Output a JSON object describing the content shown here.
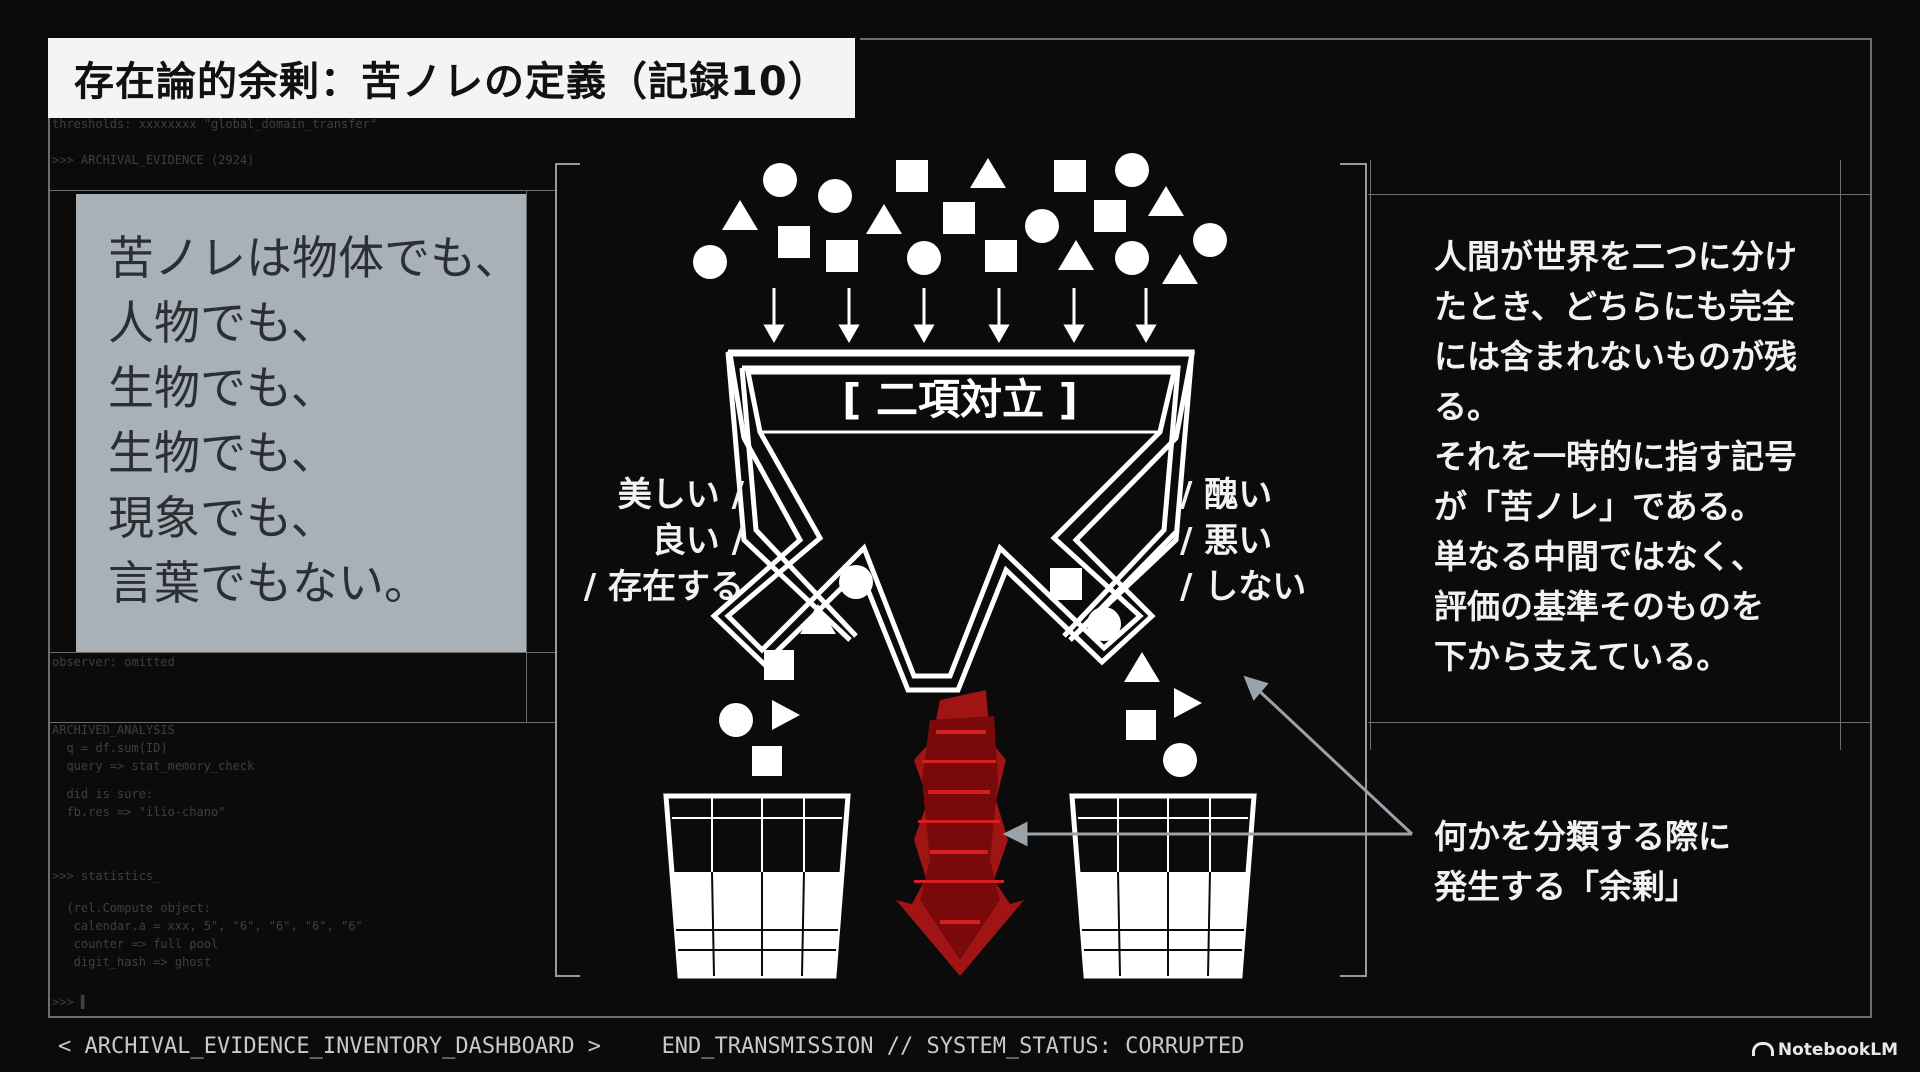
{
  "title": "存在論的余剰：苦ノレの定義（記録10）",
  "quote_lines": [
    "苦ノレは物体でも、",
    "人物でも、",
    "生物でも、",
    "生物でも、",
    "現象でも、",
    "言葉でもない。"
  ],
  "funnel": {
    "label": "[ 二項対立 ]",
    "left_labels": [
      "美しい /",
      "良い /",
      "/ 存在する"
    ],
    "right_labels": [
      "/ 醜い",
      "/ 悪い",
      "/ しない"
    ]
  },
  "right_text_lines": [
    "人間が世界を二つに分け",
    "たとき、どちらにも完全",
    "には含まれないものが残",
    "る。",
    "それを一時的に指す記号",
    "が「苦ノレ」である。",
    "単なる中間ではなく、",
    "評価の基準そのものを",
    "下から支えている。"
  ],
  "annotation_lines": [
    "何かを分類する際に",
    "発生する「余剰」"
  ],
  "footer": {
    "left": "< ARCHIVAL_EVIDENCE_INVENTORY_DASHBOARD >",
    "right": "END_TRANSMISSION // SYSTEM_STATUS: CORRUPTED"
  },
  "logo": "NotebookLM",
  "terminal": {
    "line1": "thresholds: xxxxxxxx \"global_domain_transfer\"",
    "line2": ">>> ARCHIVAL_EVIDENCE (2924)",
    "line3": "observer: omitted",
    "line4": "ARCHIVED_ANALYSIS",
    "line5": "  q = df.sum(ID)",
    "line6": "  query => stat_memory_check",
    "line7": "  did is sure:",
    "line8": "  fb.res => \"ilio-chano\"",
    "line9": ">>> statistics_",
    "line10": "  (rel.Compute object:",
    "line11": "   calendar.a = xxx, 5\", \"6\", \"6\", \"6\", \"6\"",
    "line12": "   counter => full pool",
    "line13": "   digit_hash => ghost",
    "line14": ">>> ▌"
  },
  "colors": {
    "background": "#0b0b0b",
    "panel": "#a8b1b8",
    "accent_red": "#b01515",
    "white": "#ffffff"
  }
}
